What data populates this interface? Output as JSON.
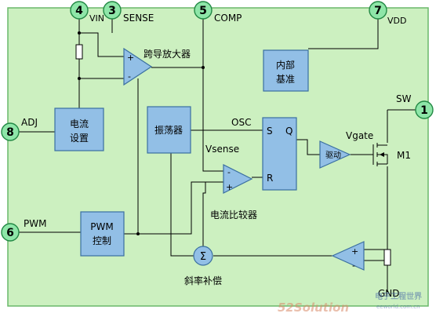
{
  "pins": [
    {
      "num": "4",
      "label": "VIN"
    },
    {
      "num": "3",
      "label": "SENSE"
    },
    {
      "num": "5",
      "label": "COMP"
    },
    {
      "num": "7",
      "label": "VDD"
    },
    {
      "num": "1",
      "label": "SW"
    },
    {
      "num": "8",
      "label": "ADJ"
    },
    {
      "num": "6",
      "label": "PWM"
    }
  ],
  "blocks": {
    "transconductance_amp": "跨导放大器",
    "reference_line1": "内部",
    "reference_line2": "基准",
    "current_setting_line1": "电流",
    "current_setting_line2": "设置",
    "oscillator": "振荡器",
    "pwm_control_line1": "PWM",
    "pwm_control_line2": "控制",
    "driver": "驱动",
    "current_comparator": "电流比较器",
    "slope_compensation": "斜率补偿",
    "summer_symbol": "Σ"
  },
  "signals": {
    "osc": "OSC",
    "vsense": "Vsense",
    "vgate": "Vgate",
    "mosfet": "M1",
    "gnd": "GND"
  },
  "latch": {
    "s": "S",
    "q": "Q",
    "r": "R"
  },
  "watermark": {
    "brand": "52Solution",
    "site_cn": "电子工程世界",
    "site_en": "eeworld.com.cn"
  }
}
